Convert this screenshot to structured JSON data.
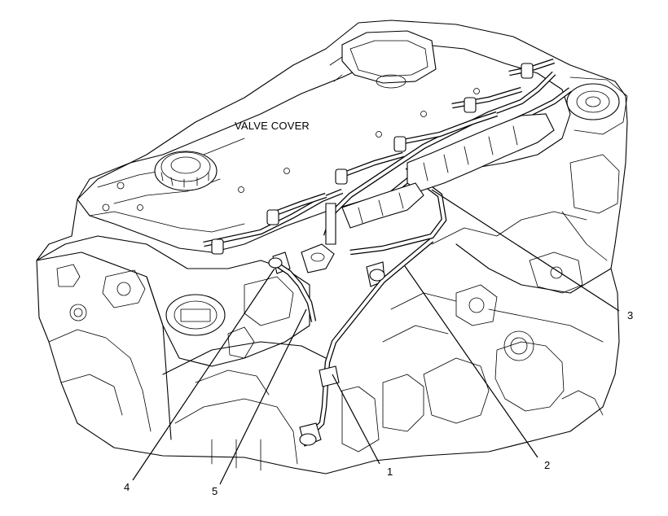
{
  "diagram": {
    "component_label": "VALVE COVER",
    "callouts": [
      {
        "id": "callout-1",
        "text": "1"
      },
      {
        "id": "callout-2",
        "text": "2"
      },
      {
        "id": "callout-3",
        "text": "3"
      },
      {
        "id": "callout-4",
        "text": "4"
      },
      {
        "id": "callout-5",
        "text": "5"
      }
    ]
  }
}
